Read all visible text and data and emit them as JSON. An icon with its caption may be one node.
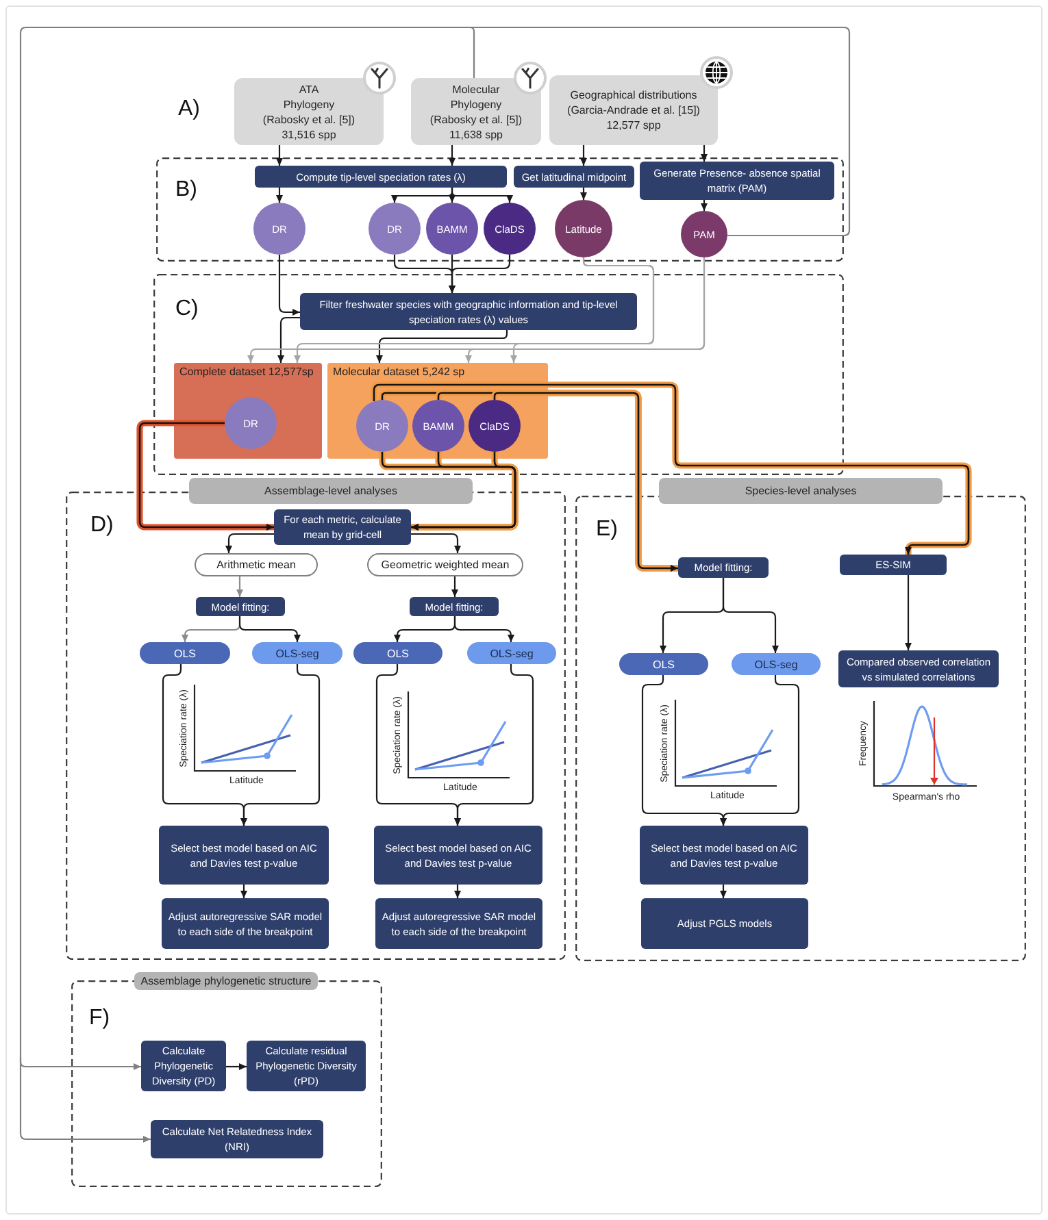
{
  "diagram": {
    "nodes": [
      {
        "text": [
          "ATA Phylogeny",
          "(Rabosky et al. [5])",
          "31,516 spp"
        ]
      },
      {
        "text": [
          "Molecular Phylogeny",
          "(Rabosky et al. [5])",
          "11,638 spp"
        ]
      },
      {
        "text": [
          "Geographical distributions",
          "(Garcia-Andrade et al. [15])",
          "12,577 spp"
        ]
      },
      {
        "text": [
          "B)"
        ]
      },
      {
        "text": [
          "Compute tip-level speciation rates (λ)"
        ],
        "in": 3
      },
      {
        "text": [
          "Get latitudinal midpoint"
        ],
        "in": 3
      },
      {
        "text": [
          "Generate Presence- absence spatial matrix (PAM)"
        ],
        "in": 3
      },
      {
        "text": [
          "DR"
        ],
        "in": 3
      },
      {
        "text": [
          "DR"
        ],
        "in": 3
      },
      {
        "text": [
          "BAMM"
        ],
        "in": 3
      },
      {
        "text": [
          "ClaDS"
        ],
        "in": 3
      },
      {
        "text": [
          "Latitude"
        ],
        "in": 3
      },
      {
        "text": [
          "PAM"
        ],
        "in": 3
      },
      {
        "text": [
          "C)"
        ]
      },
      {
        "text": [
          "Filter freshwater species with geographic information and tip-level speciation rates (λ) values"
        ],
        "in": 13
      },
      {
        "text": [
          "Complete dataset 12,577sp"
        ],
        "in": 13
      },
      {
        "text": [
          "DR"
        ],
        "in": 15
      },
      {
        "text": [
          "Molecular dataset 5,242 sp"
        ],
        "in": 13
      },
      {
        "text": [
          "DR"
        ],
        "in": 17
      },
      {
        "text": [
          "BAMM"
        ],
        "in": 17
      },
      {
        "text": [
          "ClaDS"
        ],
        "in": 17
      },
      {
        "text": [
          "Assemblage-level analyses"
        ]
      },
      {
        "text": [
          "D)"
        ]
      },
      {
        "text": [
          "For each metric, calculate mean by grid-cell"
        ],
        "in": 22
      },
      {
        "text": [
          "Arithmetic mean"
        ],
        "in": 22
      },
      {
        "text": [
          "Geometric weighted mean"
        ],
        "in": 22
      },
      {
        "text": [
          "Model fitting:"
        ],
        "in": 22
      },
      {
        "text": [
          "Model fitting:"
        ],
        "in": 22
      },
      {
        "text": [
          "OLS"
        ],
        "in": 22
      },
      {
        "text": [
          "OLS-seg"
        ],
        "in": 22
      },
      {
        "text": [
          "OLS"
        ],
        "in": 22
      },
      {
        "text": [
          "OLS-seg"
        ],
        "in": 22
      },
      {
        "text": [
          "Select best model based on AIC and Davies test p-value"
        ],
        "in": 22
      },
      {
        "text": [
          "Select best model based on AIC and Davies test p-value"
        ],
        "in": 22
      },
      {
        "text": [
          "Adjust autoregressive SAR model to each side of the breakpoint"
        ],
        "in": 22
      },
      {
        "text": [
          "Adjust autoregressive SAR model to each side of the breakpoint"
        ],
        "in": 22
      },
      {
        "text": [
          "Species-level analyses"
        ]
      },
      {
        "text": [
          "E)"
        ]
      },
      {
        "text": [
          "Model fitting:"
        ],
        "in": 37
      },
      {
        "text": [
          "ES-SIM"
        ],
        "in": 37
      },
      {
        "text": [
          "OLS"
        ],
        "in": 37
      },
      {
        "text": [
          "OLS-seg"
        ],
        "in": 37
      },
      {
        "text": [
          "Compared observed correlation vs simulated correlations"
        ],
        "in": 37
      },
      {
        "text": [
          "Select best model based on AIC and Davies test p-value"
        ],
        "in": 37
      },
      {
        "text": [
          "Adjust PGLS models"
        ],
        "in": 37
      },
      {
        "text": [
          "Assemblage phylogenetic structure"
        ]
      },
      {
        "text": [
          "F)"
        ]
      },
      {
        "text": [
          "Calculate Phylogenetic Diversity (PD)"
        ],
        "in": 46
      },
      {
        "text": [
          "Calculate residual Phylogenetic Diversity (rPD)"
        ],
        "in": 46
      },
      {
        "text": [
          "Calculate Net Relatedness Index (NRI)"
        ],
        "in": 46
      }
    ],
    "edges": [
      {
        "from": 0,
        "to": 4,
        "arrow": "to"
      },
      {
        "from": 1,
        "to": 4,
        "arrow": "to"
      },
      {
        "from": 2,
        "to": 5,
        "arrow": "to"
      },
      {
        "from": 2,
        "to": 6,
        "arrow": "to"
      },
      {
        "from": 4,
        "to": 7,
        "arrow": "to"
      },
      {
        "from": 4,
        "to": 8,
        "arrow": "to"
      },
      {
        "from": 4,
        "to": 9,
        "arrow": "to"
      },
      {
        "from": 4,
        "to": 10,
        "arrow": "to"
      },
      {
        "from": 5,
        "to": 11,
        "arrow": "to"
      },
      {
        "from": 6,
        "to": 12,
        "arrow": "to"
      },
      {
        "from": 1,
        "to": 47,
        "arrow": "to",
        "color": "#808080"
      },
      {
        "from": 1,
        "to": 49,
        "arrow": "to",
        "color": "#808080"
      },
      {
        "from": 12,
        "to": 47,
        "arrow": "to",
        "color": "#808080"
      },
      {
        "from": 12,
        "to": 49,
        "arrow": "to",
        "color": "#808080"
      },
      {
        "from": 7,
        "to": 14,
        "arrow": "to"
      },
      {
        "from": 8,
        "to": 14,
        "arrow": "to"
      },
      {
        "from": 9,
        "to": 14,
        "arrow": "to"
      },
      {
        "from": 10,
        "to": 14,
        "arrow": "to"
      },
      {
        "from": 14,
        "to": 15,
        "arrow": "to"
      },
      {
        "from": 14,
        "to": 17,
        "arrow": "to"
      },
      {
        "from": 11,
        "to": 15,
        "arrow": "to",
        "color": "#a6a6a6"
      },
      {
        "from": 11,
        "to": 17,
        "arrow": "to",
        "color": "#a6a6a6"
      },
      {
        "from": 12,
        "to": 15,
        "arrow": "to",
        "color": "#a6a6a6"
      },
      {
        "from": 12,
        "to": 17,
        "arrow": "to",
        "color": "#a6a6a6"
      },
      {
        "from": 16,
        "to": 23,
        "arrow": "to",
        "style": "thick",
        "color": "#e2532b"
      },
      {
        "from": 18,
        "to": 23,
        "arrow": "to",
        "style": "thick",
        "color": "#f39a43"
      },
      {
        "from": 19,
        "to": 23,
        "arrow": "to",
        "style": "thick",
        "color": "#f39a43"
      },
      {
        "from": 20,
        "to": 23,
        "arrow": "to",
        "style": "thick",
        "color": "#f39a43"
      },
      {
        "from": 18,
        "to": 38,
        "arrow": "to",
        "style": "thick",
        "color": "#f39a43"
      },
      {
        "from": 19,
        "to": 38,
        "arrow": "to",
        "style": "thick",
        "color": "#f39a43"
      },
      {
        "from": 20,
        "to": 38,
        "arrow": "to",
        "style": "thick",
        "color": "#f39a43"
      },
      {
        "from": 18,
        "to": 39,
        "arrow": "to",
        "style": "thick",
        "color": "#f39a43"
      },
      {
        "from": 23,
        "to": 24,
        "arrow": "to"
      },
      {
        "from": 23,
        "to": 25,
        "arrow": "to"
      },
      {
        "from": 24,
        "to": 26,
        "arrow": "to",
        "color": "#8c8c8c"
      },
      {
        "from": 25,
        "to": 27,
        "arrow": "to"
      },
      {
        "from": 26,
        "to": 28,
        "arrow": "to",
        "color": "#8c8c8c"
      },
      {
        "from": 26,
        "to": 29,
        "arrow": "to"
      },
      {
        "from": 27,
        "to": 30,
        "arrow": "to"
      },
      {
        "from": 27,
        "to": 31,
        "arrow": "to"
      },
      {
        "from": 28,
        "to": 32,
        "arrow": "to"
      },
      {
        "from": 29,
        "to": 32,
        "arrow": "to"
      },
      {
        "from": 30,
        "to": 33,
        "arrow": "to"
      },
      {
        "from": 31,
        "to": 33,
        "arrow": "to"
      },
      {
        "from": 32,
        "to": 34,
        "arrow": "to"
      },
      {
        "from": 33,
        "to": 35,
        "arrow": "to"
      },
      {
        "from": 38,
        "to": 40,
        "arrow": "to"
      },
      {
        "from": 38,
        "to": 41,
        "arrow": "to"
      },
      {
        "from": 39,
        "to": 42,
        "arrow": "to"
      },
      {
        "from": 40,
        "to": 43,
        "arrow": "to"
      },
      {
        "from": 41,
        "to": 43,
        "arrow": "to"
      },
      {
        "from": 43,
        "to": 44,
        "arrow": "to"
      },
      {
        "from": 47,
        "to": 48,
        "arrow": "to"
      }
    ],
    "labels": [
      "A)",
      "Speciation rate (λ)",
      "Latitude",
      "Speciation rate (λ)",
      "Latitude",
      "Speciation rate (λ)",
      "Latitude",
      "Frequency",
      "Spearman's rho"
    ]
  }
}
